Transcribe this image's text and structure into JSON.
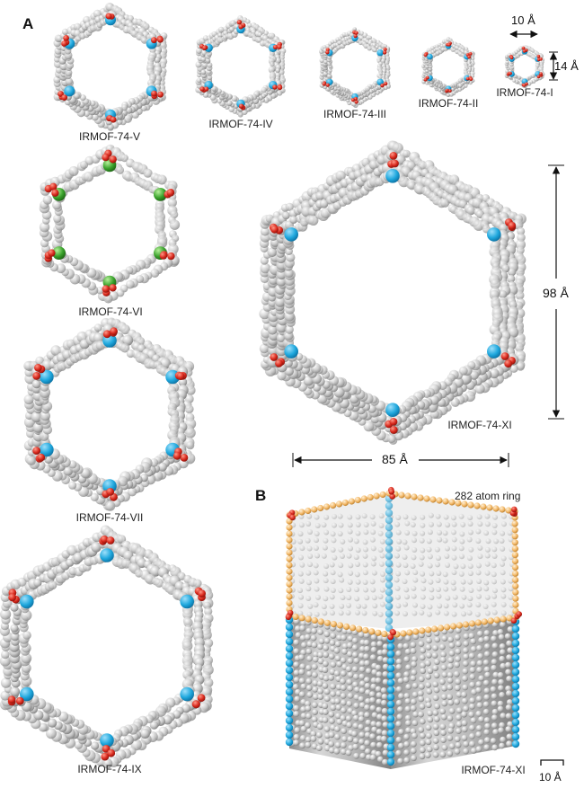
{
  "panels": {
    "a": "A",
    "b": "B"
  },
  "labels": {
    "v": "IRMOF-74-V",
    "iv": "IRMOF-74-IV",
    "iii": "IRMOF-74-III",
    "ii": "IRMOF-74-II",
    "i": "IRMOF-74-I",
    "vi": "IRMOF-74-VI",
    "vii": "IRMOF-74-VII",
    "ix": "IRMOF-74-IX",
    "xi": "IRMOF-74-XI",
    "xi_b": "IRMOF-74-XI"
  },
  "dimensions": {
    "i_width": "10 Å",
    "i_height": "14 Å",
    "xi_height": "98 Å",
    "xi_width": "85 Å",
    "scale_bar": "10 Å"
  },
  "annotations": {
    "ring": "282 atom ring"
  },
  "colors": {
    "carbon": "#c4c4c4",
    "carbon_dark": "#8f8f8f",
    "metal": "#1ea7dd",
    "oxygen": "#d8281c",
    "vi_metal": "#3aa22c",
    "ring_highlight": "#f2b766"
  }
}
